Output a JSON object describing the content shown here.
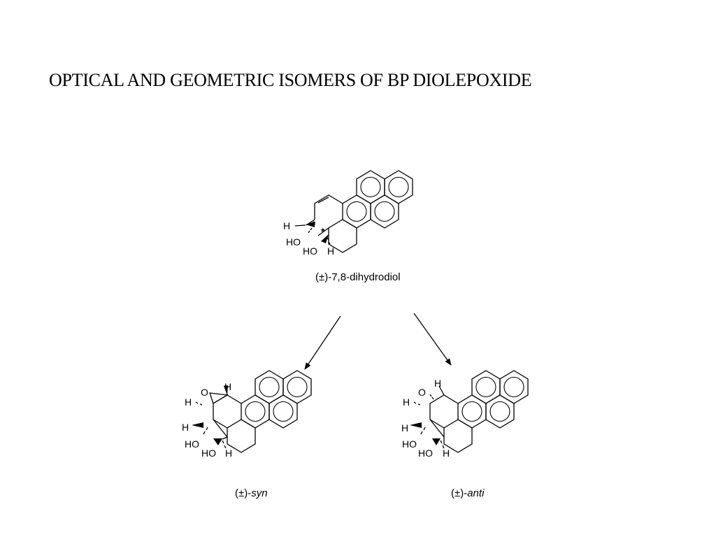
{
  "title": "OPTICAL AND GEOMETRIC ISOMERS OF BP DIOLEPOXIDE",
  "top": {
    "caption": "(±)-7,8-dihydrodiol",
    "atoms": {
      "h_left": "H",
      "ho_upper": "HO",
      "ho_lower": "HO",
      "h_lower": "H",
      "star": "*"
    }
  },
  "syn": {
    "caption_prefix": "(±)-",
    "caption_italic": "syn",
    "atoms": {
      "oxygen": "O",
      "h_epox_top": "H",
      "h_epox_left": "H",
      "h_left": "H",
      "ho_upper": "HO",
      "ho_lower": "HO",
      "h_lower": "H"
    }
  },
  "anti": {
    "caption_prefix": "(±)-",
    "caption_italic": "anti",
    "atoms": {
      "oxygen": "O",
      "h_epox_top": "H",
      "h_epox_left": "H",
      "h_left": "H",
      "ho_upper": "HO",
      "ho_lower": "HO",
      "h_lower": "H"
    }
  }
}
